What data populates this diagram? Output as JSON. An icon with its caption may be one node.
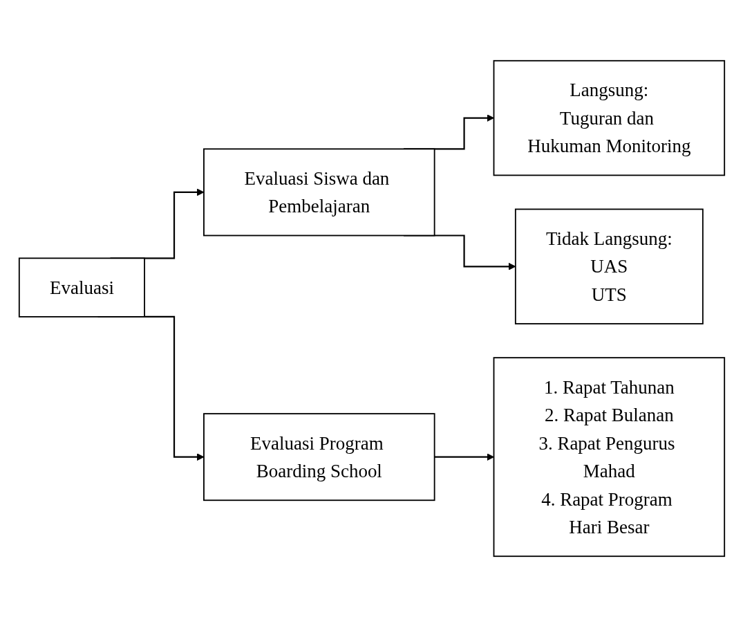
{
  "diagram": {
    "nodes": [
      {
        "text": [
          "Evaluasi"
        ]
      },
      {
        "text": [
          "Evaluasi Siswa dan Pembelajaran"
        ]
      },
      {
        "text": [
          "Langsung:",
          "Tuguran dan Hukuman Monitoring"
        ]
      },
      {
        "text": [
          "Tidak Langsung:",
          "UAS",
          "UTS"
        ]
      },
      {
        "text": [
          "Evaluasi Program Boarding School"
        ]
      },
      {
        "text": [
          "1. Rapat Tahunan",
          "2. Rapat Bulanan",
          "3. Rapat Pengurus Mahad",
          "4. Rapat Program Hari Besar"
        ]
      }
    ],
    "edges": [
      {
        "from": 0,
        "to": 1,
        "arrow": "to"
      },
      {
        "from": 0,
        "to": 4,
        "arrow": "to"
      },
      {
        "from": 1,
        "to": 2,
        "arrow": "to"
      },
      {
        "from": 1,
        "to": 3,
        "arrow": "to"
      },
      {
        "from": 4,
        "to": 5,
        "arrow": "to"
      }
    ]
  }
}
